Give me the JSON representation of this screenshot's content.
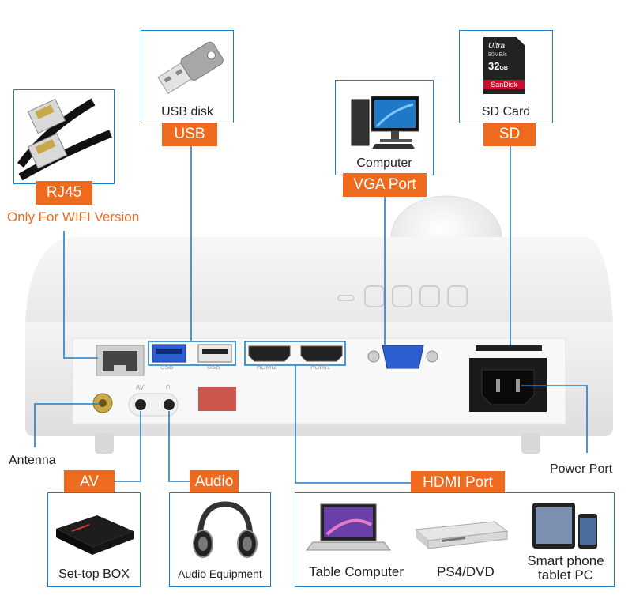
{
  "rj45": {
    "tag": "RJ45",
    "note": "Only For WIFI Version"
  },
  "usb": {
    "caption": "USB disk",
    "tag": "USB"
  },
  "vga": {
    "caption": "Computer",
    "tag": "VGA Port"
  },
  "sd": {
    "caption": "SD Card",
    "tag": "SD",
    "card_brand": "SanDisk",
    "card_line": "Ultra",
    "card_size": "32",
    "card_unit": "GB",
    "card_speed": "80MB/s"
  },
  "antenna": {
    "label": "Antenna"
  },
  "power": {
    "label": "Power Port"
  },
  "av": {
    "tag": "AV",
    "caption": "Set-top BOX"
  },
  "audio": {
    "tag": "Audio",
    "caption": "Audio Equipment"
  },
  "hdmi": {
    "tag": "HDMI Port",
    "items": [
      "Table Computer",
      "PS4/DVD",
      "Smart phone tablet PC"
    ]
  },
  "panel": {
    "usb1": "USB",
    "usb2": "USB",
    "hdmi2": "HDMI2",
    "hdmi1": "HDMI1",
    "av_mark": "AV",
    "audio_mark": "∩"
  },
  "colors": {
    "accent_blue": "#1e7fc9",
    "tag_orange": "#ee6a1e",
    "device_white": "#f3f3f3",
    "port_blue": "#2e5fd0"
  }
}
